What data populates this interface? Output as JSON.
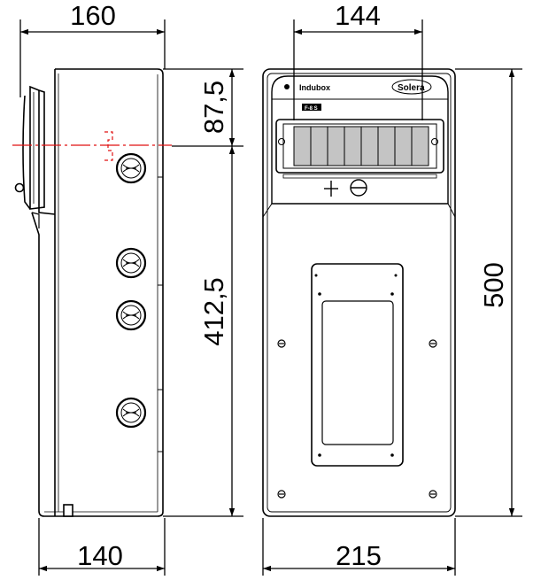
{
  "dimensions": {
    "side_top_width": "160",
    "front_inner_width": "144",
    "lid_height": "87,5",
    "lower_height": "412,5",
    "total_height": "500",
    "side_bottom_width": "140",
    "front_total_width": "215"
  },
  "front_panel": {
    "brand_left": "Indubox",
    "brand_right": "Solera",
    "module_tag": "F-8 S"
  },
  "colors": {
    "line": "#000000",
    "section_mark": "#e01010",
    "module_fill": "#c4c4c4",
    "body_fill": "#ffffff"
  }
}
